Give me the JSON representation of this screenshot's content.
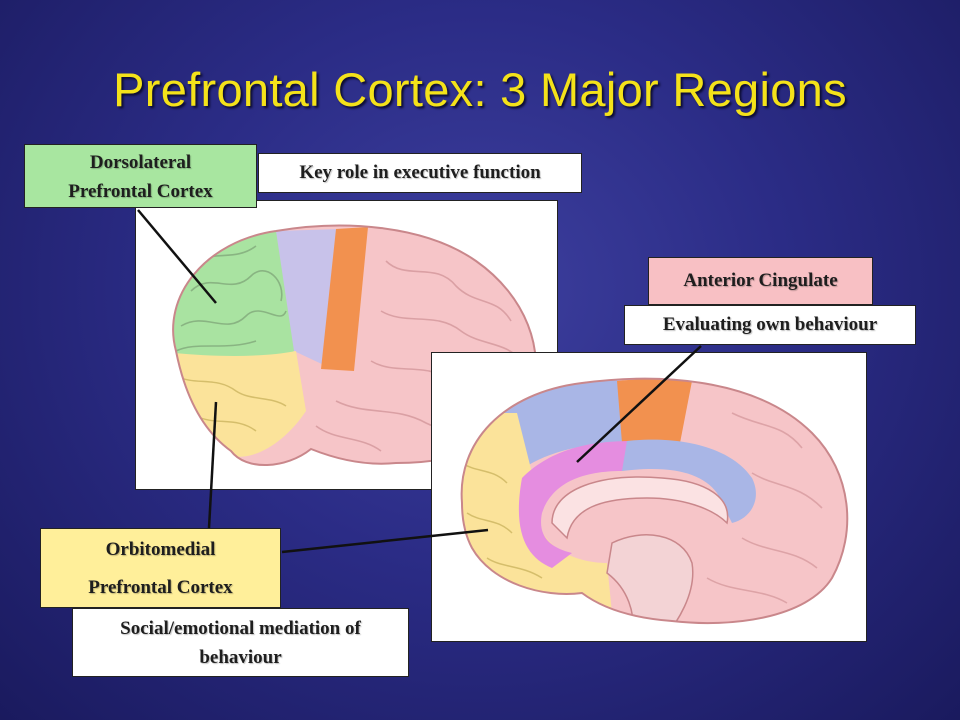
{
  "title": "Prefrontal Cortex: 3 Major Regions",
  "colors": {
    "background": "#2b2c86",
    "title": "#f4e21a",
    "dorsolateral": "#a8e6a0",
    "orbitomedial": "#ffef9a",
    "anterior_cingulate": "#f8c0c4",
    "white_box": "#ffffff"
  },
  "labels": {
    "dorsolateral": {
      "line1": "Dorsolateral",
      "line2": "Prefrontal Cortex"
    },
    "dorsolateral_role": "Key role in executive function",
    "anterior_cingulate": "Anterior Cingulate",
    "anterior_cingulate_role": "Evaluating own behaviour",
    "orbitomedial": {
      "line1": "Orbitomedial",
      "line2": "Prefrontal Cortex"
    },
    "orbitomedial_role": {
      "line1": "Social/emotional mediation of",
      "line2": "behaviour"
    }
  }
}
